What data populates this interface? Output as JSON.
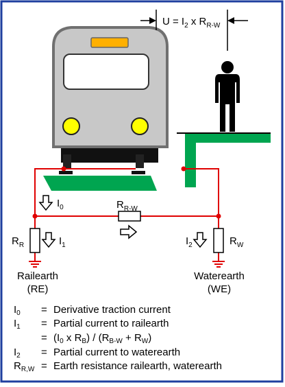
{
  "formula_top": {
    "main": "U = I",
    "sub1": "2",
    "mid": " x R",
    "sub2": "R-W"
  },
  "labels": {
    "i0": {
      "main": "I",
      "sub": "0"
    },
    "i1": {
      "main": "I",
      "sub": "1"
    },
    "i2": {
      "main": "I",
      "sub": "2"
    },
    "rr": {
      "main": "R",
      "sub": "R"
    },
    "rw": {
      "main": "R",
      "sub": "W"
    },
    "rrw": {
      "main": "R",
      "sub": "R-W"
    },
    "railearth": "Railearth",
    "railearth_abbr": "(RE)",
    "waterearth": "Waterearth",
    "waterearth_abbr": "(WE)"
  },
  "legend": [
    {
      "sym": "I",
      "sub": "0",
      "eq": "=",
      "text": "Derivative traction current"
    },
    {
      "sym": "I",
      "sub": "1",
      "eq": "=",
      "text": "Partial current  to railearth"
    },
    {
      "sym": "",
      "sub": "",
      "eq": "=",
      "text_parts": [
        "(I",
        "0",
        " x R",
        "B",
        ") / (R",
        "B-W",
        " + R",
        "W",
        ")"
      ]
    },
    {
      "sym": "I",
      "sub": "2",
      "eq": "=",
      "text": "Partial current  to waterearth"
    },
    {
      "sym": "R",
      "sub": "R,W",
      "eq": "=",
      "text": "Earth resistance railearth, waterearth"
    }
  ],
  "colors": {
    "wire": "#e00000",
    "ground_green": "#00a550",
    "train_body": "#c8c8c8",
    "train_outline": "#707070",
    "headlight": "#ffff00",
    "sign": "#ffb000",
    "frame_border": "#1f3f9f"
  }
}
